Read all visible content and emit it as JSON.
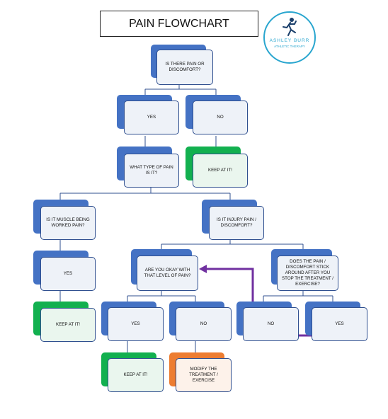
{
  "title": "PAIN FLOWCHART",
  "logo": {
    "line1": "ASHLEY BURR",
    "line2": "ATHLETIC THERAPY"
  },
  "nodes": {
    "q_pain": "IS THERE PAIN OR DISCOMFORT?",
    "yes1": "YES",
    "no1": "NO",
    "what_type": "WHAT TYPE OF PAIN IS IT?",
    "keep1": "KEEP AT IT!",
    "muscle": "IS IT MUSCLE BEING WORKED PAIN?",
    "injury": "IS IT INJURY PAIN / DISCOMFORT?",
    "yes2": "YES",
    "okay": "ARE YOU OKAY WITH THAT LEVEL OF PAIN?",
    "stick": "DOES THE PAIN / DISCOMFORT STICK AROUND AFTER YOU STOP THE TREATMENT / EXERCISE?",
    "keep2": "KEEP AT IT!",
    "yes3": "YES",
    "no3": "NO",
    "no4": "NO",
    "yes4": "YES",
    "keep3": "KEEP AT IT!",
    "modify": "MODIFY THE TREATMENT / EXERCISE"
  },
  "colors": {
    "blue": "#4472c4",
    "green": "#12b04f",
    "orange": "#ed7d31",
    "arrow": "#7030a0"
  }
}
